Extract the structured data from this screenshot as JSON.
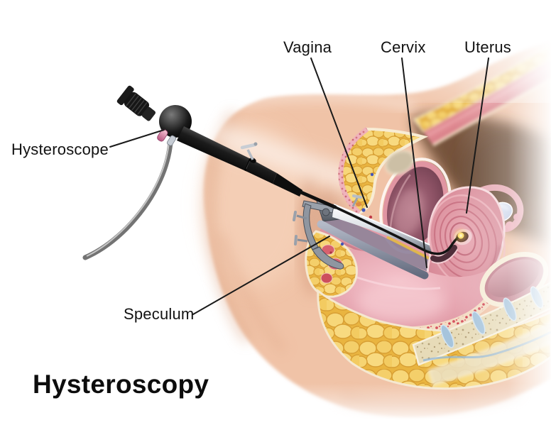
{
  "title": "Hysteroscopy",
  "labels": {
    "vagina": "Vagina",
    "cervix": "Cervix",
    "uterus": "Uterus",
    "hysteroscope": "Hysteroscope",
    "speculum": "Speculum"
  },
  "colors": {
    "background": "#ffffff",
    "label_text": "#121212",
    "leader_line": "#1a1a1a",
    "skin": "#f0c3a7",
    "skin_shadow": "#d8a083",
    "cavity_brown": "#6b4a33",
    "fat_yellow": "#edb947",
    "muscle_pink": "#e08a92",
    "uterus_pink": "#d9818f",
    "bladder_maroon": "#7a4455",
    "bone_tan": "#e7dbb8",
    "disc_blue": "#a6c4dc",
    "speculum_metal": "#b9c0c9",
    "scope_black": "#141414",
    "scope_port_pink": "#d87fa4",
    "light_glow": "#ffd34d"
  }
}
